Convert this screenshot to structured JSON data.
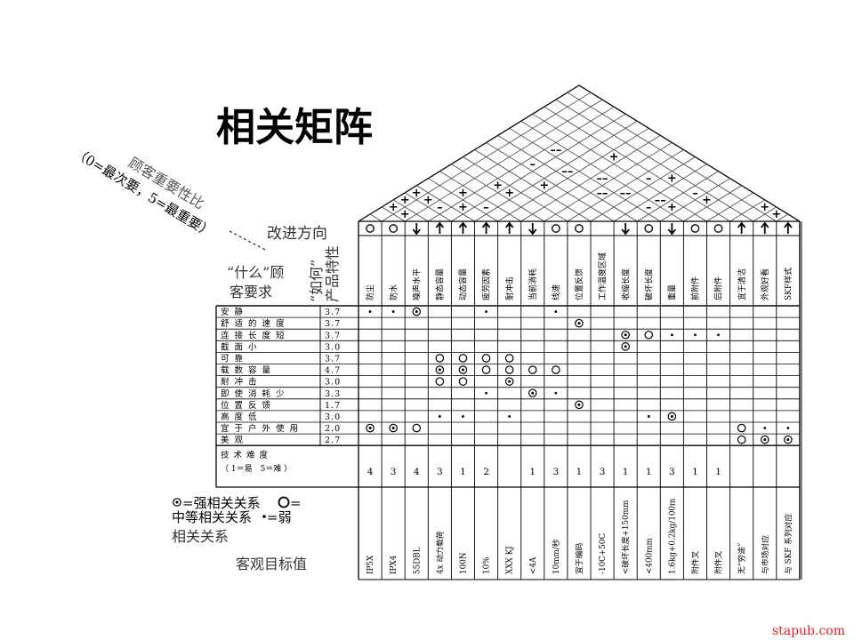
{
  "title": "相关矩阵",
  "axis_labels": {
    "importance_line1": "顾客重要性比",
    "importance_line2": "（0=最次要，5=最重要）",
    "direction": "改进方向",
    "how_line1": "“如何”",
    "how_line2": "产品特性",
    "what_line1": "“什么”顾",
    "what_line2": "客要求",
    "objective": "客观目标值"
  },
  "characteristics": [
    {
      "label": "防尘",
      "direction": "circle",
      "difficulty": "4",
      "target": "IP5X"
    },
    {
      "label": "防水",
      "direction": "circle",
      "difficulty": "3",
      "target": "IPX4"
    },
    {
      "label": "噪声水平",
      "direction": "down",
      "difficulty": "4",
      "target": "55DBL"
    },
    {
      "label": "静态容量",
      "direction": "up",
      "difficulty": "3",
      "target": "4x 动力载荷"
    },
    {
      "label": "动态容量",
      "direction": "up",
      "difficulty": "1",
      "target": "100N"
    },
    {
      "label": "疲劳因素",
      "direction": "up",
      "difficulty": "2",
      "target": "10%"
    },
    {
      "label": "耐冲击",
      "direction": "up",
      "difficulty": "",
      "target": "XXX KJ"
    },
    {
      "label": "当前消耗",
      "direction": "down",
      "difficulty": "1",
      "target": "<4A"
    },
    {
      "label": "线速",
      "direction": "circle",
      "difficulty": "3",
      "target": "10mm/秒"
    },
    {
      "label": "位置反馈",
      "direction": "circle",
      "difficulty": "1",
      "target": "宜于编码"
    },
    {
      "label": "工作温度区域",
      "direction": "",
      "difficulty": "3",
      "target": "-10C+50C"
    },
    {
      "label": "收缩长度",
      "direction": "down",
      "difficulty": "1",
      "target": "<破坏长度+150mm"
    },
    {
      "label": "破坏长度",
      "direction": "circle",
      "difficulty": "1",
      "target": "<400mm"
    },
    {
      "label": "重量",
      "direction": "down",
      "difficulty": "3",
      "target": "1.6kg+0.2kg/100m"
    },
    {
      "label": "前附件",
      "direction": "circle",
      "difficulty": "1",
      "target": "附件叉"
    },
    {
      "label": "后附件",
      "direction": "circle",
      "difficulty": "1",
      "target": "附件叉"
    },
    {
      "label": "宜于清洁",
      "direction": "up",
      "difficulty": "",
      "target": "无“穷途”"
    },
    {
      "label": "外观好看",
      "direction": "up",
      "difficulty": "",
      "target": "与市场对应"
    },
    {
      "label": "SKF样式",
      "direction": "up",
      "difficulty": "",
      "target": "与 SKF 系列对应"
    }
  ],
  "requirements": [
    {
      "label": "安静",
      "weight": "3.7"
    },
    {
      "label": "舒适的速度",
      "weight": "3.7"
    },
    {
      "label": "连接长度短",
      "weight": "3.7"
    },
    {
      "label": "截面小",
      "weight": "3.0"
    },
    {
      "label": "可靠",
      "weight": "3.7"
    },
    {
      "label": "载数容量",
      "weight": "4.7"
    },
    {
      "label": "耐冲击",
      "weight": "3.0"
    },
    {
      "label": "即使消耗少",
      "weight": "3.3"
    },
    {
      "label": "位置反馈",
      "weight": "1.7"
    },
    {
      "label": "高度低",
      "weight": "3.0"
    },
    {
      "label": "宜于户外使用",
      "weight": "2.0"
    },
    {
      "label": "美观",
      "weight": "2.7"
    }
  ],
  "difficulty_label": {
    "line1": "技 术 难 度",
    "line2": "（ 1＝易　5＝难 ）"
  },
  "relationships": [
    [
      "weak",
      "weak",
      "strong",
      "",
      "",
      "weak",
      "",
      "",
      "weak",
      "",
      "",
      "",
      "",
      "",
      "",
      "",
      "",
      "",
      ""
    ],
    [
      "",
      "",
      "",
      "",
      "",
      "",
      "",
      "",
      "",
      "strong",
      "",
      "",
      "",
      "",
      "",
      "",
      "",
      "",
      ""
    ],
    [
      "",
      "",
      "",
      "",
      "",
      "",
      "",
      "",
      "",
      "",
      "",
      "strong",
      "medium",
      "weak",
      "weak",
      "weak",
      "",
      "",
      ""
    ],
    [
      "",
      "",
      "",
      "",
      "",
      "",
      "",
      "",
      "",
      "",
      "",
      "strong",
      "",
      "",
      "",
      "",
      "",
      "",
      ""
    ],
    [
      "",
      "",
      "",
      "medium",
      "medium",
      "medium",
      "medium",
      "",
      "",
      "",
      "",
      "",
      "",
      "",
      "",
      "",
      "",
      "",
      ""
    ],
    [
      "",
      "",
      "",
      "strong",
      "strong",
      "medium",
      "medium",
      "medium",
      "medium",
      "",
      "",
      "",
      "",
      "",
      "",
      "",
      "",
      "",
      ""
    ],
    [
      "",
      "",
      "",
      "medium",
      "medium",
      "",
      "strong",
      "",
      "",
      "",
      "",
      "",
      "",
      "",
      "",
      "",
      "",
      "",
      ""
    ],
    [
      "",
      "",
      "",
      "",
      "",
      "weak",
      "",
      "strong",
      "weak",
      "",
      "",
      "",
      "",
      "",
      "",
      "",
      "",
      "",
      ""
    ],
    [
      "",
      "",
      "",
      "",
      "",
      "",
      "",
      "",
      "",
      "strong",
      "",
      "",
      "",
      "",
      "",
      "",
      "",
      "",
      ""
    ],
    [
      "",
      "",
      "",
      "weak",
      "weak",
      "",
      "weak",
      "",
      "",
      "",
      "",
      "",
      "weak",
      "strong",
      "",
      "",
      "",
      "",
      ""
    ],
    [
      "strong",
      "strong",
      "medium",
      "",
      "",
      "",
      "",
      "",
      "",
      "",
      "",
      "",
      "",
      "",
      "",
      "",
      "medium",
      "weak",
      "weak"
    ],
    [
      "",
      "",
      "",
      "",
      "",
      "",
      "",
      "",
      "",
      "",
      "",
      "",
      "",
      "",
      "",
      "",
      "medium",
      "strong",
      "strong"
    ]
  ],
  "roof": [
    {
      "a": 0,
      "b": 2,
      "s": "+"
    },
    {
      "a": 0,
      "b": 3,
      "s": "+"
    },
    {
      "a": 0,
      "b": 4,
      "s": "+"
    },
    {
      "a": 1,
      "b": 2,
      "s": "+"
    },
    {
      "a": 1,
      "b": 4,
      "s": "+"
    },
    {
      "a": 2,
      "b": 4,
      "s": "–"
    },
    {
      "a": 2,
      "b": 6,
      "s": "+"
    },
    {
      "a": 3,
      "b": 5,
      "s": "+"
    },
    {
      "a": 3,
      "b": 8,
      "s": "+"
    },
    {
      "a": 3,
      "b": 11,
      "s": "–"
    },
    {
      "a": 4,
      "b": 6,
      "s": "–"
    },
    {
      "a": 4,
      "b": 8,
      "s": "+"
    },
    {
      "a": 3,
      "b": 13,
      "s": "––"
    },
    {
      "a": 5,
      "b": 10,
      "s": "+"
    },
    {
      "a": 5,
      "b": 12,
      "s": "––"
    },
    {
      "a": 6,
      "b": 15,
      "s": "+"
    },
    {
      "a": 7,
      "b": 13,
      "s": "––"
    },
    {
      "a": 8,
      "b": 12,
      "s": "––"
    },
    {
      "a": 9,
      "b": 13,
      "s": "––"
    },
    {
      "a": 9,
      "b": 15,
      "s": "–"
    },
    {
      "a": 10,
      "b": 16,
      "s": "+"
    },
    {
      "a": 11,
      "b": 13,
      "s": "–"
    },
    {
      "a": 11,
      "b": 14,
      "s": "––"
    },
    {
      "a": 12,
      "b": 16,
      "s": "–"
    },
    {
      "a": 12,
      "b": 14,
      "s": "+"
    },
    {
      "a": 13,
      "b": 16,
      "s": "+"
    },
    {
      "a": 16,
      "b": 18,
      "s": "+"
    },
    {
      "a": 17,
      "b": 18,
      "s": "+"
    }
  ],
  "legend": {
    "strong": "=强相关关系",
    "medium": "=",
    "medium_line2": "中等相关关系",
    "weak": "=弱",
    "weak_line2": "相关关系"
  },
  "watermark": "stapub.com",
  "colors": {
    "watermark": "#e02020",
    "title_label": "#555555",
    "line": "#000000",
    "grid_light": "#444444"
  }
}
